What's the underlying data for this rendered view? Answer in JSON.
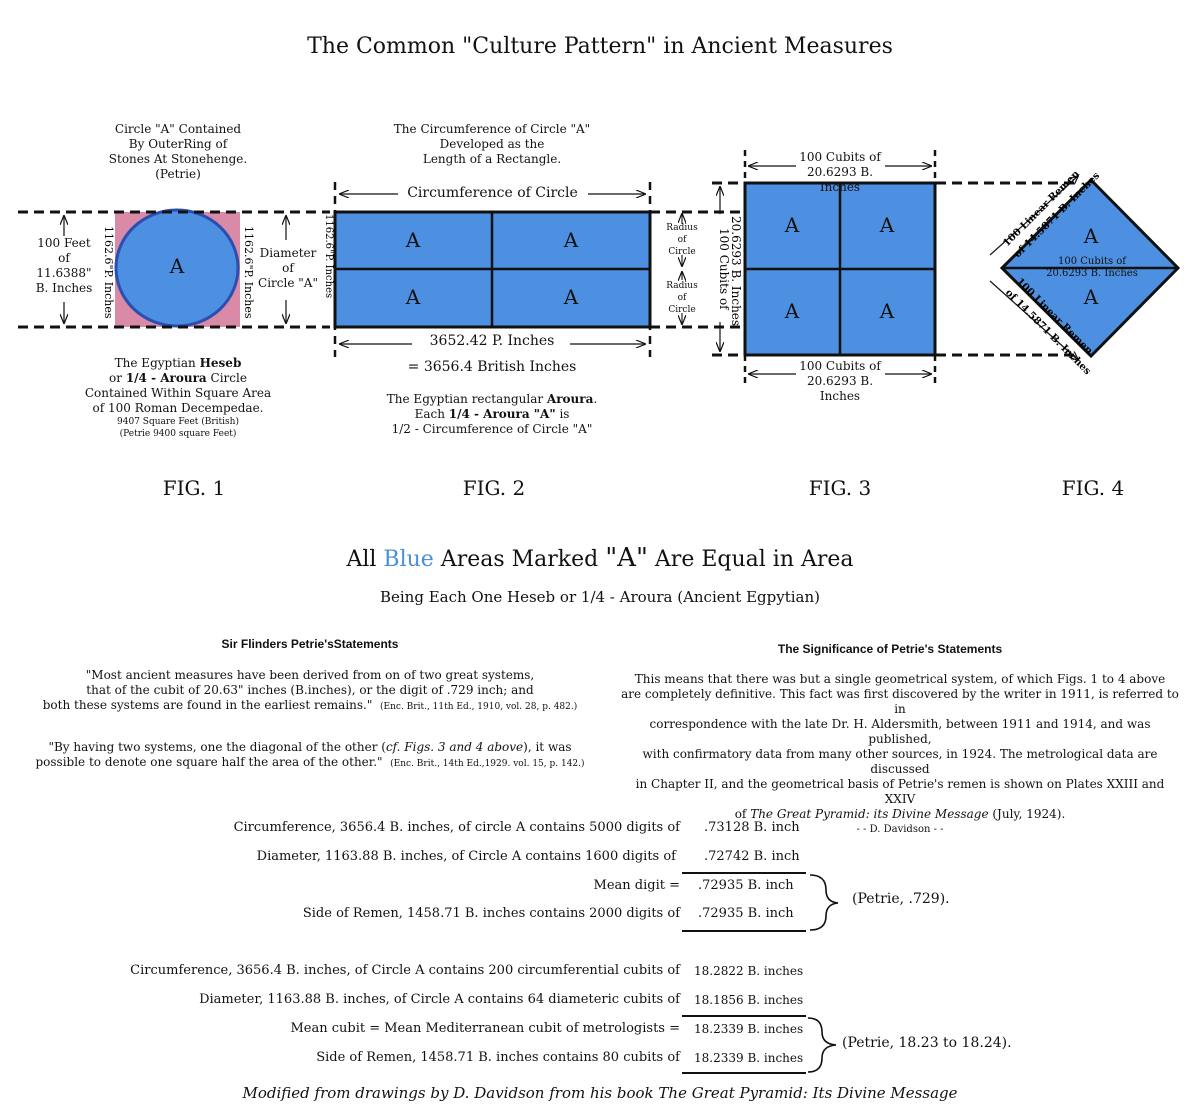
{
  "title": "The Common \"Culture Pattern\" in Ancient Measures",
  "fig_labels": [
    "FIG. 1",
    "FIG. 2",
    "FIG. 3",
    "FIG. 4"
  ],
  "letter": "A",
  "fig1": {
    "caption_top": [
      "Circle \"A\" Contained",
      "By OuterRing of",
      "Stones At Stonehenge.",
      "(Petrie)"
    ],
    "left_label": [
      "100 Feet",
      "of",
      "11.6388\"",
      "B. Inches"
    ],
    "side_left": "1162.6\"P. Inches",
    "side_right": "1162.6\"P. Inches",
    "diameter_label": [
      "Diameter",
      "of",
      "Circle \"A\""
    ],
    "caption_bottom_pre": "The Egyptian ",
    "caption_bottom_bold": "Heseb",
    "caption_bottom_2_pre": "or ",
    "caption_bottom_2_bold": "1/4 - Aroura",
    "caption_bottom_2_post": " Circle",
    "caption_bottom_3": "Contained Within Square Area",
    "caption_bottom_4": "of 100 Roman Decempedae.",
    "caption_bottom_5": "9407 Square Feet (British)",
    "caption_bottom_6": "(Petrie 9400 square Feet)",
    "colors": {
      "square": "#d98aa6",
      "circle": "#4d8fe0",
      "circle_stroke": "#2a4fb0"
    }
  },
  "fig2": {
    "caption_top": [
      "The Circumference of Circle \"A\"",
      "Developed as the",
      "Length of a Rectangle."
    ],
    "circumference_label": "Circumference of Circle",
    "side_label": "1162.6\"P. Inches",
    "radius_label": [
      "Radius",
      "of",
      "Circle"
    ],
    "length_p": "3652.42 P. Inches",
    "length_b": "= 3656.4 British Inches",
    "caption_bottom_1_pre": "The Egyptian rectangular ",
    "caption_bottom_1_bold": "Aroura",
    "caption_bottom_1_post": ".",
    "caption_bottom_2_pre": "Each  ",
    "caption_bottom_2_bold": "1/4 - Aroura  \"A\"",
    "caption_bottom_2_post": " is",
    "caption_bottom_3": "1/2 - Circumference of Circle \"A\"",
    "colors": {
      "fill": "#4d8fe0"
    }
  },
  "fig3": {
    "top_label": [
      "100 Cubits of",
      "20.6293 B. Inches"
    ],
    "bottom_label": [
      "100 Cubits of",
      "20.6293 B. Inches"
    ],
    "side_label": [
      "20.6293 B. Inches",
      "100 Cubits of"
    ]
  },
  "fig4": {
    "upper_edge": "100 Linear Remen",
    "upper_edge_2": "of 14.5871 B. Inches",
    "lower_edge": "100 Linear Remen",
    "lower_edge_2": "of 14.5871 B. Inches",
    "diag_label": [
      "100 Cubits of",
      "20.6293 B. Inches"
    ]
  },
  "headline": {
    "pre": "All ",
    "blue": "Blue",
    "mid": " Areas Marked ",
    "a": "\"A\"",
    "post": " Are Equal in Area",
    "blue_color": "#4a90d9"
  },
  "subhead": "Being Each One Heseb or 1/4 - Aroura  (Ancient Egpytian)",
  "petrie": {
    "heading": "Sir Flinders Petrie'sStatements",
    "q1_lines": [
      "\"Most ancient measures have been derived from on of two great systems,",
      "that of the cubit of 20.63\" inches (B.inches), or the digit of .729 inch;  and",
      "both these systems are found in the earliest remains.\""
    ],
    "q1_ref": "(Enc. Brit., 11th Ed., 1910, vol. 28, p. 482.)",
    "q2_line1_pre": "\"By having two systems, one the diagonal of the other (",
    "q2_line1_ital": "cf. Figs. 3 and 4 above",
    "q2_line1_post": "),  it was",
    "q2_line2": "possible to denote one square half the area of the other.\"",
    "q2_ref": "(Enc. Brit., 14th Ed.,1929. vol. 15, p. 142.)"
  },
  "significance": {
    "heading": "The Significance of Petrie's Statements",
    "lines": [
      "This means that there was but a single geometrical system, of which Figs. 1 to 4 above",
      "are completely definitive.  This fact was first discovered by the writer in 1911, is referred to in",
      "correspondence with the late Dr. H. Aldersmith, between 1911 and 1914, and was published,",
      "with confirmatory data from many other sources, in 1924.  The metrological data are discussed",
      "in Chapter II, and the geometrical basis of Petrie's remen is shown on Plates XXIII and XXIV"
    ],
    "last_pre": "of ",
    "last_ital": "The Great Pyramid: its Divine Message",
    "last_post": " (July, 1924).",
    "sign": "- - D. Davidson - -"
  },
  "digits": {
    "rows": [
      {
        "label": "Circumference, 3656.4 B. inches, of circle A contains 5000 digits of",
        "value": ".73128 B. inch"
      },
      {
        "label": "Diameter, 1163.88 B. inches, of Circle A contains 1600 digits of",
        "value": ".72742 B. inch"
      },
      {
        "label": "Mean digit =",
        "value": ".72935 B. inch"
      },
      {
        "label": "Side of Remen, 1458.71 B. inches contains 2000 digits of",
        "value": ".72935 B. inch"
      }
    ],
    "note": "(Petrie, .729)."
  },
  "cubits": {
    "rows": [
      {
        "label": "Circumference, 3656.4 B. inches, of Circle A contains 200 circumferential cubits of",
        "value": "18.2822 B. inches"
      },
      {
        "label": "Diameter, 1163.88 B. inches, of Circle A contains 64 diameteric cubits of",
        "value": "18.1856 B. inches"
      },
      {
        "label": "Mean cubit = Mean Mediterranean cubit of metrologists =",
        "value": "18.2339 B. inches"
      },
      {
        "label": "Side of Remen, 1458.71 B. inches contains 80 cubits of",
        "value": "18.2339 B. inches"
      }
    ],
    "note": "(Petrie, 18.23 to 18.24)."
  },
  "footer": "Modified from drawings by D. Davidson from his book The Great Pyramid: Its Divine Message"
}
